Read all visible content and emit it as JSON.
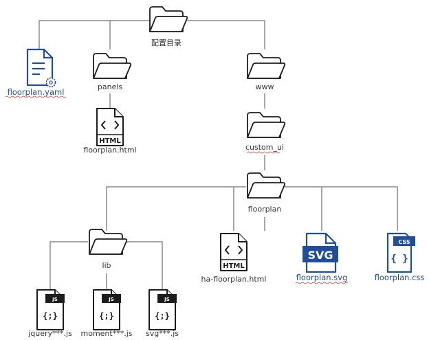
{
  "diagram": {
    "root": {
      "label": "配置目录",
      "icon": "folder-icon"
    },
    "config_file": {
      "label": "floorplan.yaml",
      "icon": "config-file-gear-icon",
      "accent": "#1f4e9c"
    },
    "panels": {
      "label": "panels",
      "icon": "folder-icon"
    },
    "panels_html": {
      "label": "floorplan.html",
      "icon": "html-file-icon",
      "badge": "HTML"
    },
    "www": {
      "label": "www",
      "icon": "folder-icon"
    },
    "custom_ui": {
      "label": "custom_ui",
      "icon": "folder-icon"
    },
    "floorplan": {
      "label": "floorplan",
      "icon": "folder-icon"
    },
    "lib": {
      "label": "lib",
      "icon": "folder-icon"
    },
    "ha_html": {
      "label": "ha-floorplan.html",
      "icon": "html-file-icon",
      "badge": "HTML"
    },
    "svg_file": {
      "label": "floorplan.svg",
      "icon": "svg-file-icon",
      "badge": "SVG",
      "accent": "#1f4e9c"
    },
    "css_file": {
      "label": "floorplan.css",
      "icon": "css-file-icon",
      "badge": "CSS",
      "accent": "#1f4e9c"
    },
    "js_files": [
      {
        "label": "jquery***.js",
        "icon": "js-file-icon",
        "badge": "JS"
      },
      {
        "label": "moment***.js",
        "icon": "js-file-icon",
        "badge": "JS"
      },
      {
        "label": "svg***.js",
        "icon": "js-file-icon",
        "badge": "JS"
      }
    ]
  }
}
